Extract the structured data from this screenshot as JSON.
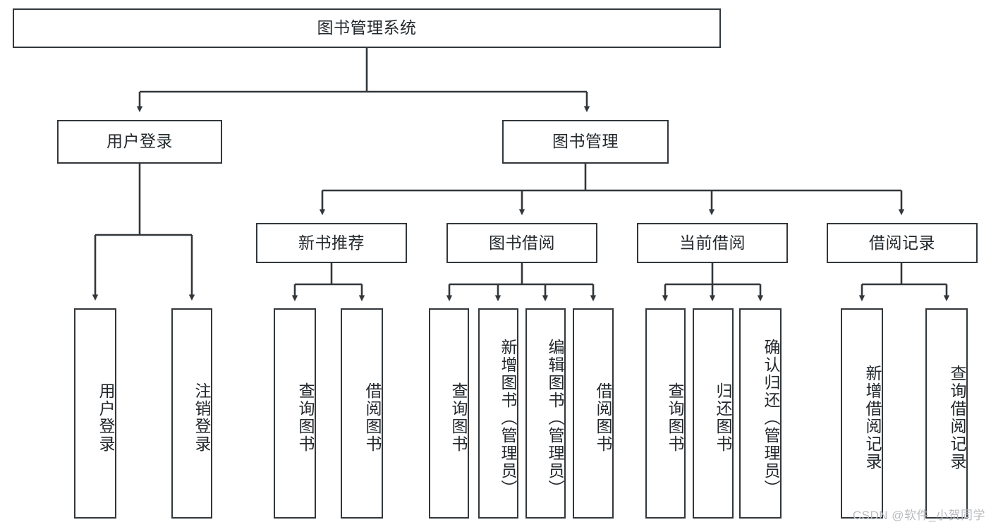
{
  "diagram": {
    "title_text": "图书管理系统",
    "type": "tree",
    "colors": {
      "node_border": "#32373b",
      "node_fill": "#ffffff",
      "link_stroke": "#32373b",
      "text": "#23282c",
      "watermark": "#b9bcc0",
      "background": "#ffffff"
    },
    "root": {
      "label": "图书管理系统"
    },
    "level2": [
      {
        "label": "用户登录"
      },
      {
        "label": "图书管理"
      }
    ],
    "level3": [
      {
        "label": "新书推荐"
      },
      {
        "label": "图书借阅"
      },
      {
        "label": "当前借阅"
      },
      {
        "label": "借阅记录"
      }
    ],
    "leaves": {
      "user_login": [
        {
          "label": "用户登录"
        },
        {
          "label": "注销登录"
        }
      ],
      "new_book": [
        {
          "label": "查询图书"
        },
        {
          "label": "借阅图书"
        }
      ],
      "book_borrow": [
        {
          "label": "查询图书"
        },
        {
          "label": "新增图书（管理员）"
        },
        {
          "label": "编辑图书（管理员）"
        },
        {
          "label": "借阅图书"
        }
      ],
      "current_borrow": [
        {
          "label": "查询图书"
        },
        {
          "label": "归还图书"
        },
        {
          "label": "确认归还（管理员）"
        }
      ],
      "borrow_record": [
        {
          "label": "新增借阅记录"
        },
        {
          "label": "查询借阅记录"
        }
      ]
    },
    "watermark": "CSDN @软件_小贺同学"
  }
}
